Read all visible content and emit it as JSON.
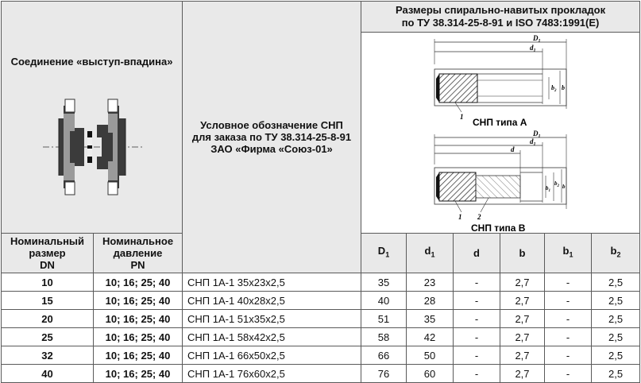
{
  "header": {
    "connection_title": "Соединение «выступ-впадина»",
    "designation_title": [
      "Условное обозначение СНП",
      "для заказа по ТУ 38.314-25-8-91",
      "ЗАО «Фирма «Союз-01»"
    ],
    "dimensions_title": [
      "Размеры спирально-навитых прокладок",
      "по ТУ 38.314-25-8-91 и ISO 7483:1991(E)"
    ],
    "nominal_size": [
      "Номинальный",
      "размер",
      "DN"
    ],
    "nominal_pressure": [
      "Номинальное",
      "давление",
      "PN"
    ],
    "col_D1": "D",
    "col_d1": "d",
    "col_d": "d",
    "col_b": "b",
    "col_b1": "b",
    "col_b2": "b",
    "sub_1": "1",
    "sub_2": "2"
  },
  "drawings": {
    "type_a": "СНП типа А",
    "type_b": "СНП типа В",
    "dim_D1": "D",
    "dim_d1": "d",
    "dim_d": "d",
    "dim_b": "b",
    "dim_b1": "b",
    "dim_b2": "b",
    "mark_1": "1",
    "mark_2": "2"
  },
  "rows": [
    {
      "dn": "10",
      "pn": "10; 16; 25; 40",
      "designation": "СНП 1А-1 35х23х2,5",
      "D1": "35",
      "d1": "23",
      "d": "-",
      "b": "2,7",
      "b1": "-",
      "b2": "2,5"
    },
    {
      "dn": "15",
      "pn": "10; 16; 25; 40",
      "designation": "СНП 1А-1 40х28х2,5",
      "D1": "40",
      "d1": "28",
      "d": "-",
      "b": "2,7",
      "b1": "-",
      "b2": "2,5"
    },
    {
      "dn": "20",
      "pn": "10; 16; 25; 40",
      "designation": "СНП 1А-1 51х35х2,5",
      "D1": "51",
      "d1": "35",
      "d": "-",
      "b": "2,7",
      "b1": "-",
      "b2": "2,5"
    },
    {
      "dn": "25",
      "pn": "10; 16; 25; 40",
      "designation": "СНП 1А-1 58х42х2,5",
      "D1": "58",
      "d1": "42",
      "d": "-",
      "b": "2,7",
      "b1": "-",
      "b2": "2,5"
    },
    {
      "dn": "32",
      "pn": "10; 16; 25; 40",
      "designation": "СНП 1А-1 66х50х2,5",
      "D1": "66",
      "d1": "50",
      "d": "-",
      "b": "2,7",
      "b1": "-",
      "b2": "2,5"
    },
    {
      "dn": "40",
      "pn": "10; 16; 25; 40",
      "designation": "СНП 1А-1 76х60х2,5",
      "D1": "76",
      "d1": "60",
      "d": "-",
      "b": "2,7",
      "b1": "-",
      "b2": "2,5"
    }
  ]
}
